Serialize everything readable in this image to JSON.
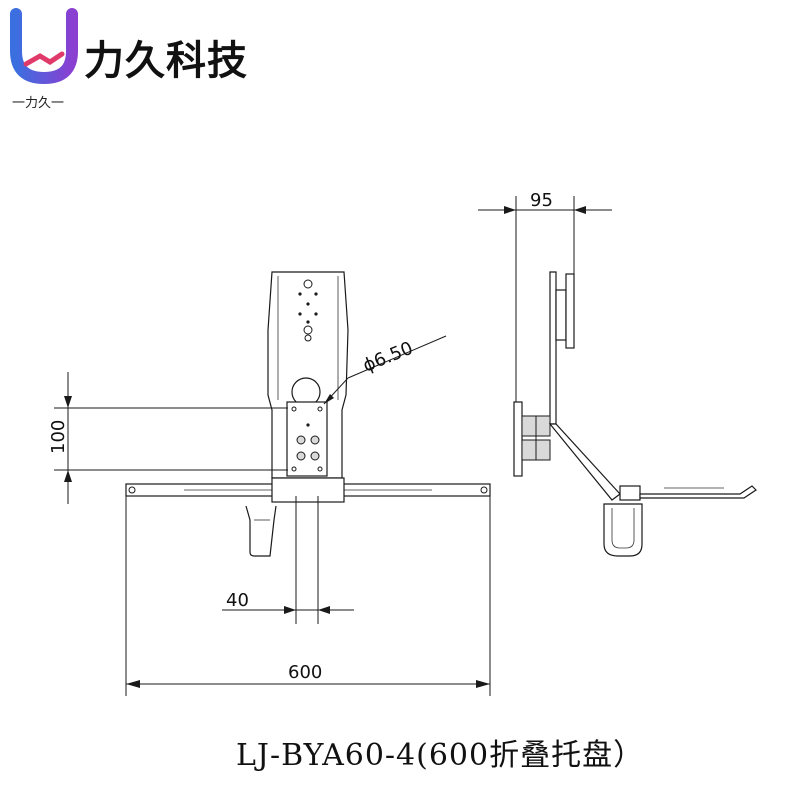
{
  "brand": {
    "name": "力久科技",
    "sub": "一力久一",
    "colors": {
      "u_left": "#3b6fe0",
      "u_right": "#8a3fd1",
      "hands": "#e03a6a"
    }
  },
  "dimensions": {
    "top_width": "95",
    "hole_diameter": "ϕ6.50",
    "height": "100",
    "post_width": "40",
    "tray_width": "600"
  },
  "title": "LJ-BYA60-4(600折叠托盘）"
}
